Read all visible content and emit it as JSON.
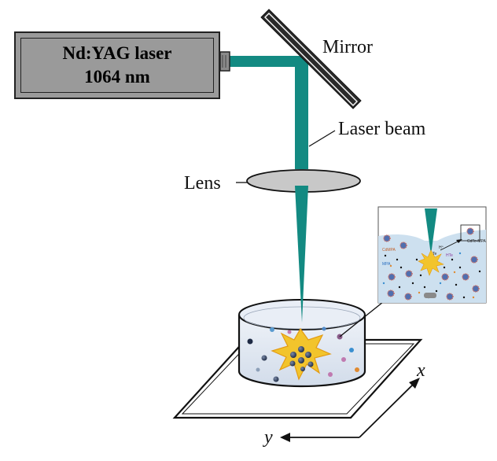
{
  "laser": {
    "line1": "Nd:YAG laser",
    "line2": "1064 nm"
  },
  "labels": {
    "mirror": "Mirror",
    "laser_beam": "Laser beam",
    "lens": "Lens",
    "axis_x": "x",
    "axis_y": "y"
  },
  "inset": {
    "label_cdte_mpa": "CdTe-MPA",
    "label_cdmpa": "CdMPA",
    "label_mpa": "MPA",
    "label_h": "H⁺",
    "label_te": "Te",
    "label_hte": "HTe"
  },
  "colors": {
    "beam": "#138a82",
    "laser_body": "#9a9a9a",
    "lens": "#c8c8c8",
    "liquid": "#dfe7f2",
    "plasma": "#f2c42c"
  }
}
